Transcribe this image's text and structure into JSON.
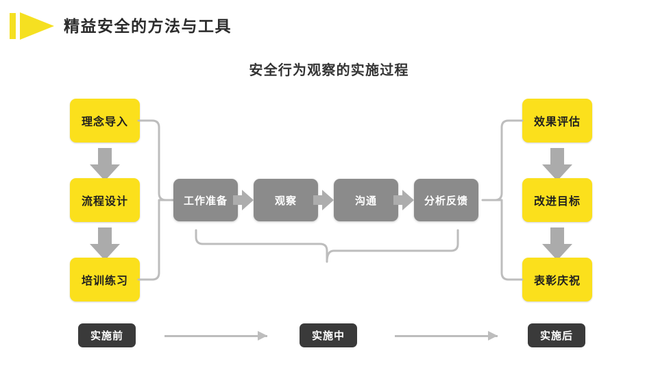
{
  "header": {
    "title": "精益安全的方法与工具",
    "logo_icon": "play-triangle-icon"
  },
  "subtitle": "安全行为观察的实施过程",
  "colors": {
    "accent_yellow": "#FBE01C",
    "logo_yellow": "#F5E021",
    "gray_box": "#8b8b8b",
    "dark_box": "#3a3a3a",
    "arrow_gray": "#ABABAB",
    "brace_gray": "#BDBDBD",
    "title_text": "#2b2b2b"
  },
  "left_column": {
    "items": [
      {
        "label": "理念导入"
      },
      {
        "label": "流程设计"
      },
      {
        "label": "培训练习"
      }
    ]
  },
  "center_row": {
    "items": [
      {
        "label": "工作准备"
      },
      {
        "label": "观察"
      },
      {
        "label": "沟通"
      },
      {
        "label": "分析反馈"
      }
    ]
  },
  "right_column": {
    "items": [
      {
        "label": "效果评估"
      },
      {
        "label": "改进目标"
      },
      {
        "label": "表彰庆祝"
      }
    ]
  },
  "phases": {
    "items": [
      {
        "label": "实施前"
      },
      {
        "label": "实施中"
      },
      {
        "label": "实施后"
      }
    ]
  }
}
